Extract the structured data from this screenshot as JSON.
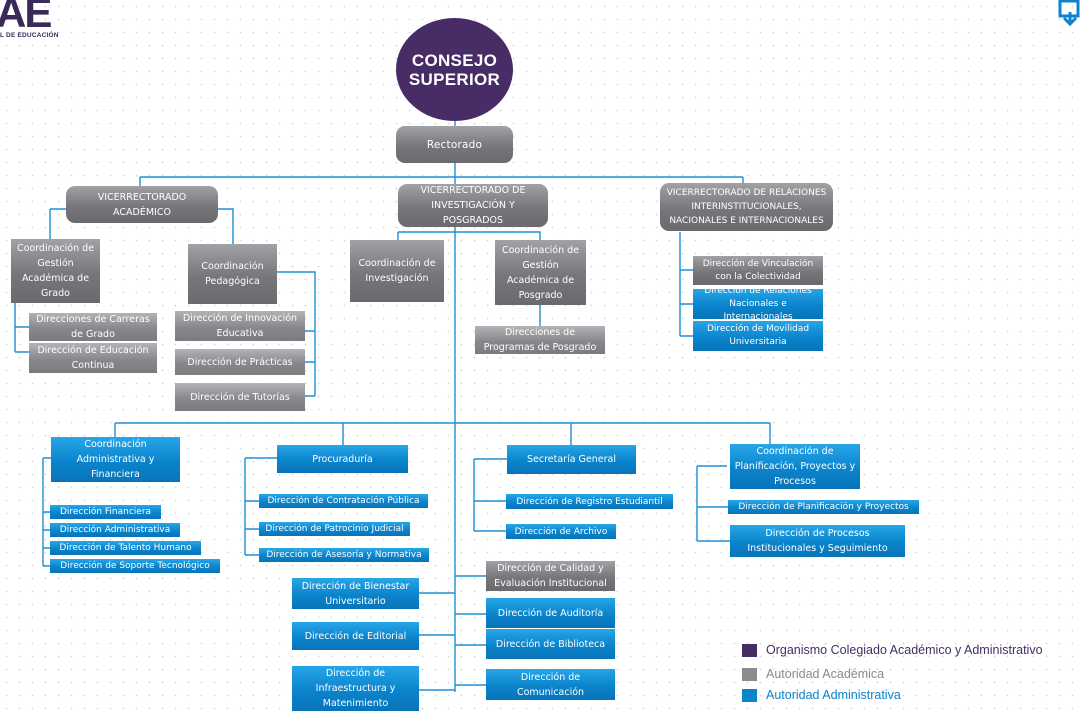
{
  "logo": {
    "text": "AE",
    "subtitle": "L DE EDUCACIÓN"
  },
  "consejo": "CONSEJO SUPERIOR",
  "rectorado": "Rectorado",
  "vicerrectorados": {
    "academico": "VICERRECTORADO ACADÉMICO",
    "investigacion": "VICERRECTORADO DE INVESTIGACIÓN Y POSGRADOS",
    "relaciones": "VICERRECTORADO DE RELACIONES INTERINSTITUCIONALES, NACIONALES E INTERNACIONALES"
  },
  "academico": {
    "gestion": "Coordinación de Gestión Académica de Grado",
    "carreras": "Direcciones de Carreras de Grado",
    "educacion_continua": "Dirección de Educación Continua",
    "pedagogica": "Coordinación Pedagógica",
    "innovacion": "Dirección de Innovación Educativa",
    "practicas": "Dirección de Prácticas",
    "tutorias": "Dirección de Tutorías"
  },
  "investigacion": {
    "coord_investigacion": "Coordinación de Investigación",
    "coord_posgrado": "Coordinación de Gestión Académica de Posgrado",
    "programas_posgrado": "Direcciones de Programas de Posgrado"
  },
  "relaciones": {
    "vinculacion": "Dirección de Vinculación con la Colectividad",
    "relaciones_nac": "Dirección de Relaciones Nacionales e Internacionales",
    "movilidad": "Dirección de Movilidad Universitaria"
  },
  "administrativa": {
    "coordinacion": "Coordinación Administrativa y Financiera",
    "financiera": "Dirección Financiera",
    "administrativa": "Dirección Administrativa",
    "talento": "Dirección de Talento Humano",
    "soporte": "Dirección de Soporte Tecnológico"
  },
  "procuraduria": {
    "titulo": "Procuraduría",
    "contratacion": "Dirección de Contratación Pública",
    "patrocinio": "Dirección de Patrocinio Judicial",
    "asesoria": "Dirección de Asesoría y Normativa"
  },
  "secretaria": {
    "titulo": "Secretaría General",
    "registro": "Dirección de Registro Estudiantil",
    "archivo": "Dirección de Archivo"
  },
  "planificacion": {
    "coordinacion": "Coordinación de Planificación, Proyectos y Procesos",
    "proyectos": "Dirección de Planificación y Proyectos",
    "procesos": "Dirección de Procesos Institucionales y Seguimiento"
  },
  "otras": {
    "bienestar": "Dirección de Bienestar Universitario",
    "editorial": "Dirección de Editorial",
    "infraestructura": "Dirección de Infraestructura y Matenimiento",
    "calidad": "Dirección de Calidad y Evaluación Institucional",
    "auditoria": "Dirección de Auditoría",
    "biblioteca": "Dirección de Biblioteca",
    "comunicacion": "Dirección de Comunicación"
  },
  "legend": [
    {
      "label": "Organismo Colegiado Académico y Administrativo",
      "color": "#472c66"
    },
    {
      "label": "Autoridad Académica",
      "color": "#8a8a8f"
    },
    {
      "label": "Autoridad Administrativa",
      "color": "#0b84cc"
    }
  ],
  "colors": {
    "line": "#1f8fd6",
    "consejo": "#472c66",
    "gray": "#7a7a7e",
    "blue": "#0b84cc"
  }
}
